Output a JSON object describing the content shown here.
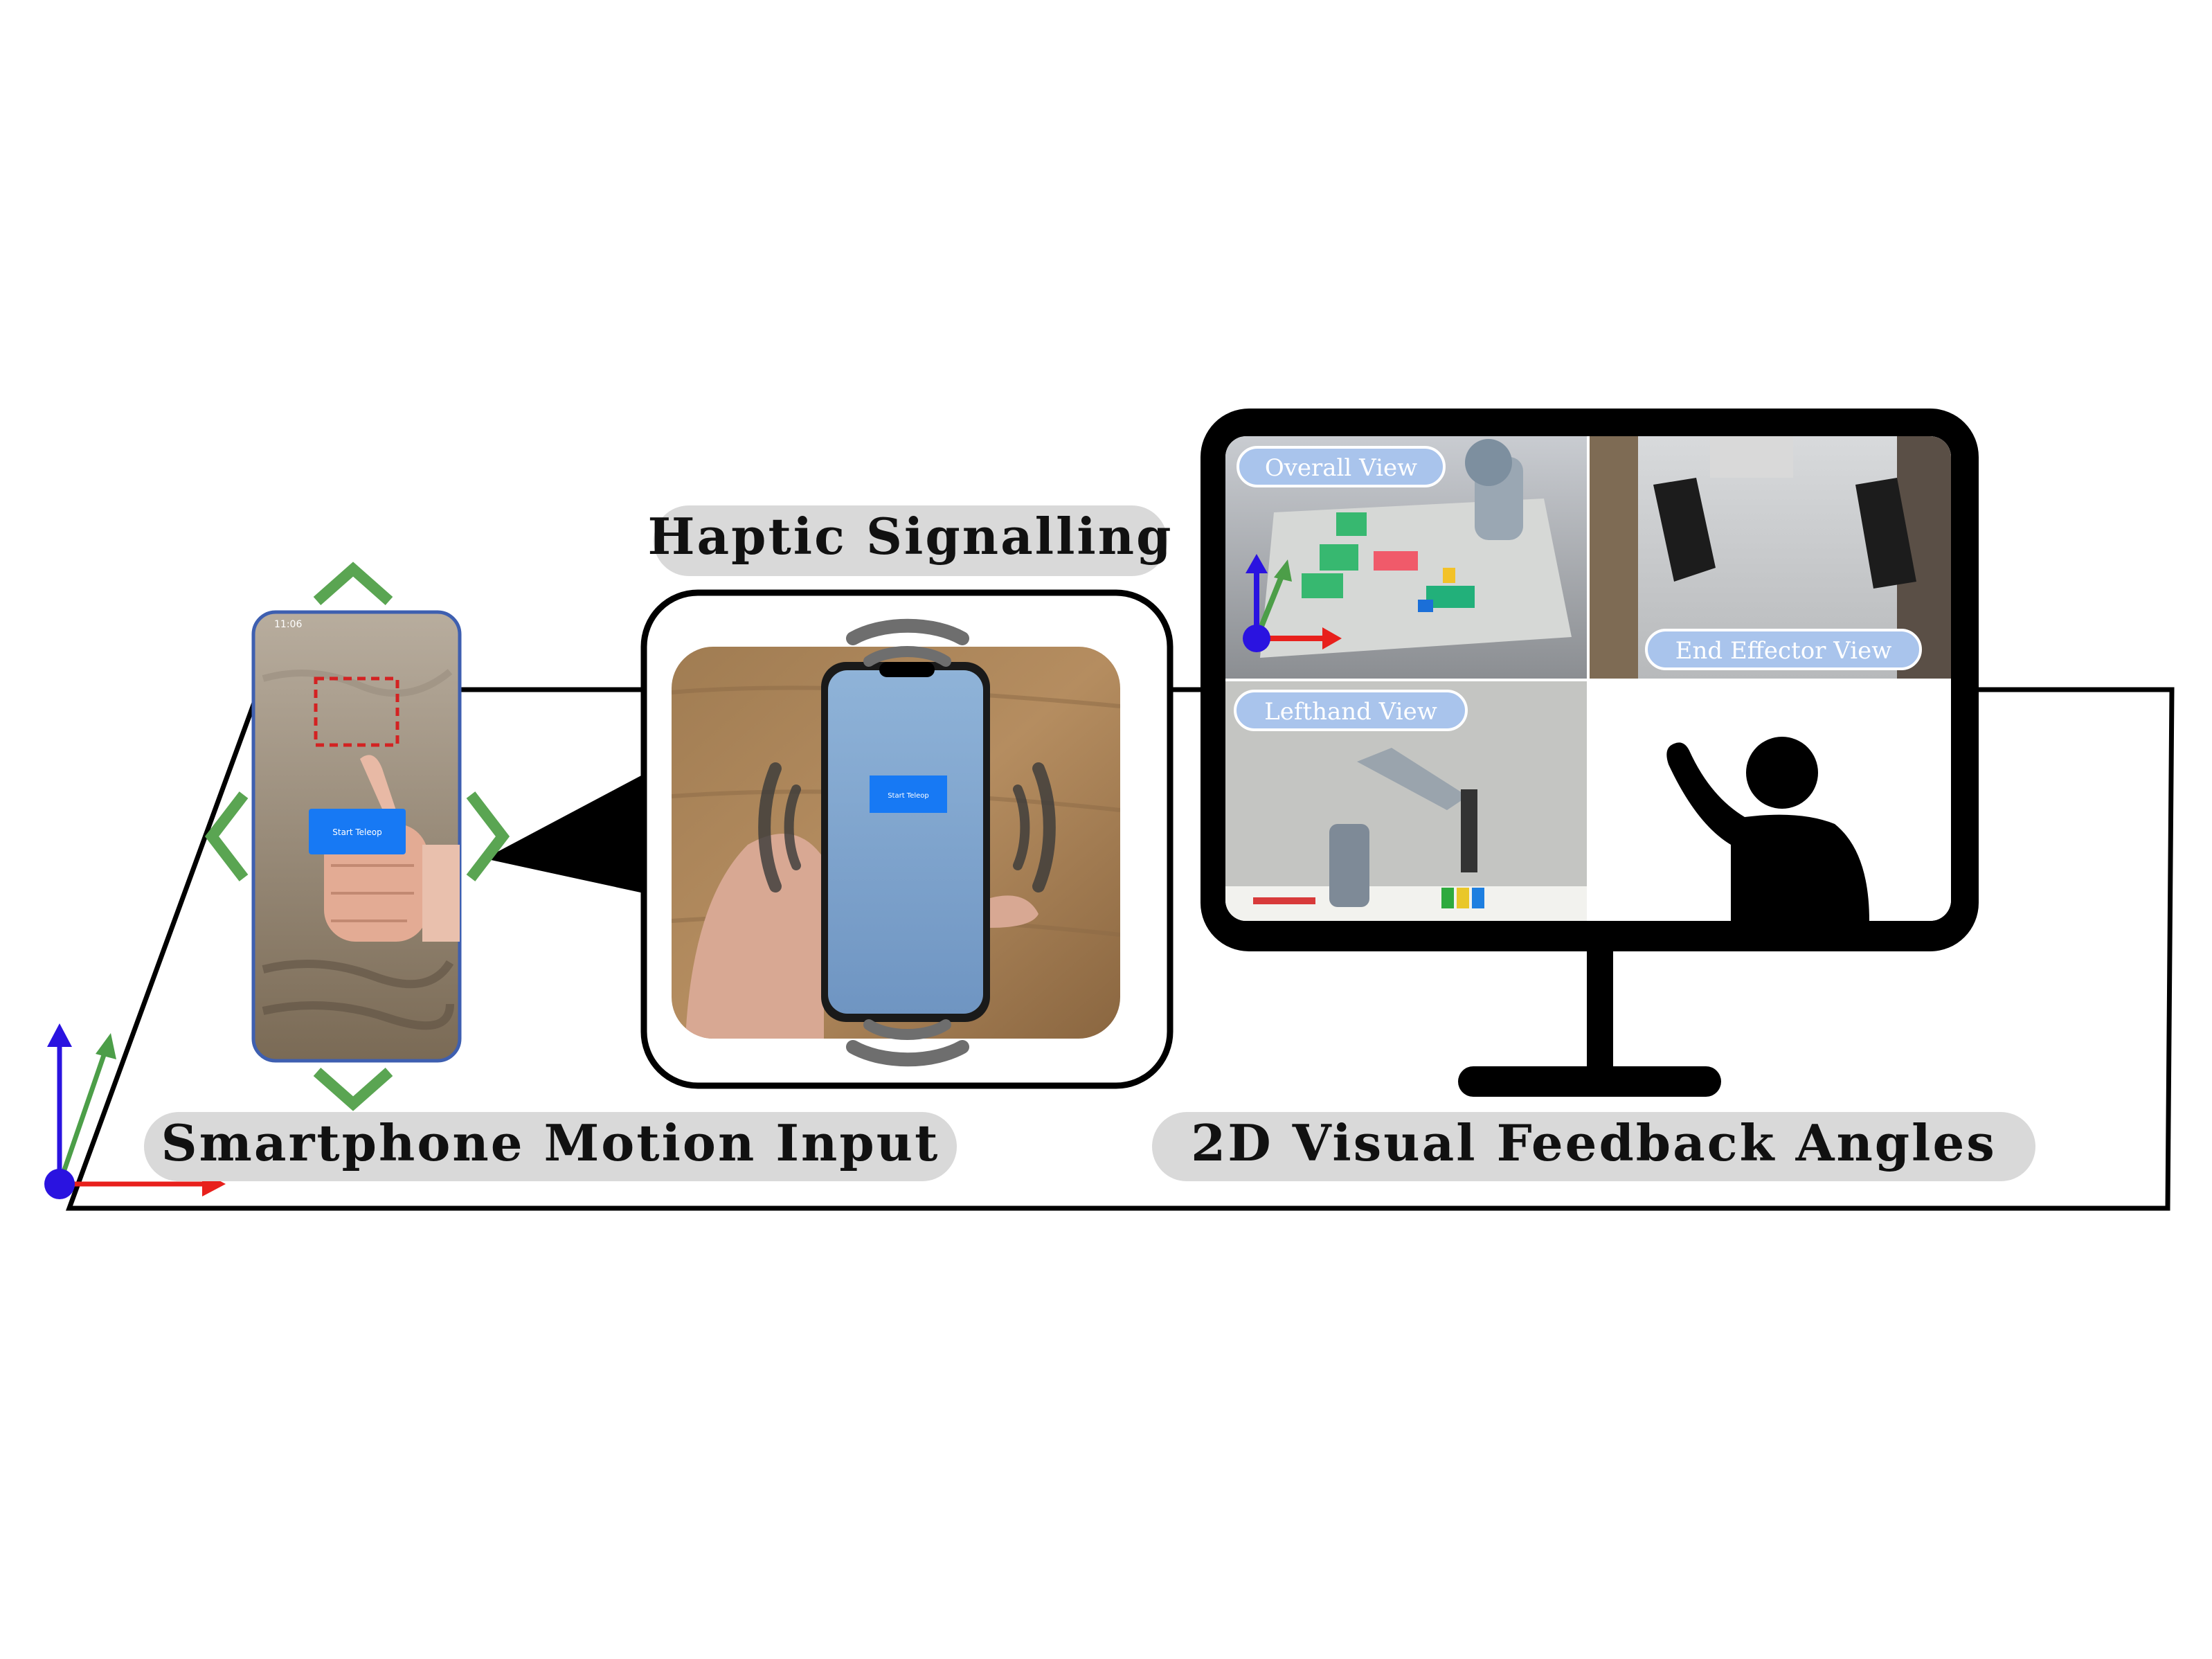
{
  "labels": {
    "smartphone_motion_input": "Smartphone Motion Input",
    "haptic_signalling": "Haptic Signalling",
    "visual_feedback": "2D Visual Feedback Angles"
  },
  "views": {
    "overall": "Overall View",
    "end_effector": "End Effector View",
    "lefthand": "Lefthand View"
  },
  "phone_ui": {
    "start_button": "Start Teleop",
    "status_time": "11:06"
  },
  "colors": {
    "axis_x": "#e8201c",
    "axis_y": "#4c9e48",
    "axis_z": "#2a13e0",
    "move_arrows": "#5aa552",
    "pill_bg": "#d9d9d9",
    "view_label_bg": "#a9c4ec",
    "app_button": "#1779f4",
    "target_box": "#d32222",
    "outline": "#000000"
  },
  "icons": [
    "axes-icon",
    "move-up-icon",
    "move-down-icon",
    "move-left-icon",
    "move-right-icon",
    "vibration-icon",
    "person-waving-icon",
    "monitor-icon"
  ]
}
